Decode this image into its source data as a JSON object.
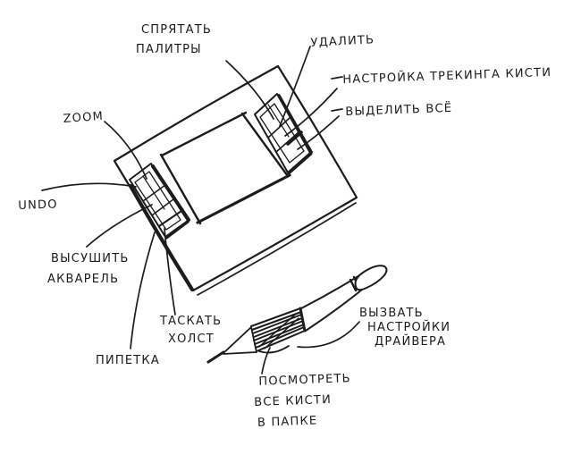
{
  "sketch": {
    "subject": "graphics-tablet-with-stylus-annotated",
    "ink_color": "#1c1c1c",
    "paper_color": "#ffffff"
  },
  "labels": {
    "hide_palettes": [
      "СПРЯТАТЬ",
      "ПАЛИТРЫ"
    ],
    "delete": [
      "УДАЛИТЬ"
    ],
    "brush_tracking": [
      "НАСТРОЙКА ТРЕКИНГА КИСТИ"
    ],
    "select_all": [
      "ВЫДЕЛИТЬ ВСЁ"
    ],
    "zoom": [
      "ZOOM"
    ],
    "undo": [
      "UNDO"
    ],
    "dry_watercolor": [
      "ВЫСУШИТЬ",
      "АКВАРЕЛЬ"
    ],
    "drag_canvas": [
      "ТАСКАТЬ",
      "ХОЛСТ"
    ],
    "eyedropper": [
      "ПИПЕТКА"
    ],
    "view_brushes": [
      "ПОСМОТРЕТЬ",
      "ВСЕ КИСТИ",
      "В ПАПКЕ"
    ],
    "driver_settings": [
      "ВЫЗВАТЬ",
      "НАСТРОЙКИ",
      "ДРАЙВЕРА"
    ]
  }
}
